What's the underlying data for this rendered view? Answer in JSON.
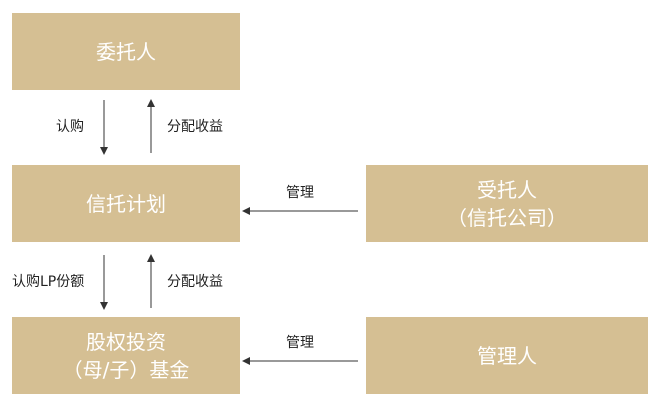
{
  "colors": {
    "box_fill": "#d5bf93",
    "box_text": "#ffffff",
    "label_text": "#222222",
    "arrow": "#333333"
  },
  "nodes": {
    "settlor": {
      "label": "委托人"
    },
    "trust_plan": {
      "label": "信托计划"
    },
    "trustee": {
      "line1": "受托人",
      "line2": "（信托公司）"
    },
    "fund": {
      "line1": "股权投资",
      "line2": "（母/子）基金"
    },
    "manager": {
      "label": "管理人"
    }
  },
  "edges": {
    "settlor_subscribe": "认购",
    "trust_distribute": "分配收益",
    "trustee_manage": "管理",
    "trust_subscribe_lp": "认购LP份额",
    "fund_distribute": "分配收益",
    "manager_manage": "管理"
  }
}
